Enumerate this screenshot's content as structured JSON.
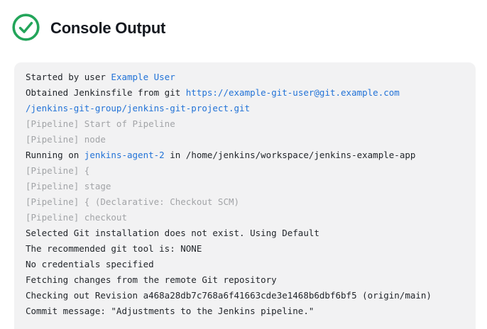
{
  "header": {
    "title": "Console Output",
    "status_icon": "success-check-icon"
  },
  "colors": {
    "success_green": "#23a55a",
    "link_blue": "#2373d7",
    "muted_gray": "#a2a4a7",
    "text_dark": "#22262b",
    "console_background": "#f2f2f3",
    "page_background": "#ffffff"
  },
  "console": {
    "lines": [
      [
        {
          "t": "Started by user ",
          "s": "plain"
        },
        {
          "t": "Example User",
          "s": "link"
        }
      ],
      [
        {
          "t": "Obtained Jenkinsfile from git ",
          "s": "plain"
        },
        {
          "t": "https://example-git-user@git.example.com",
          "s": "link"
        }
      ],
      [
        {
          "t": "/jenkins-git-group/jenkins-git-project.git",
          "s": "link"
        }
      ],
      [
        {
          "t": "[Pipeline] Start of Pipeline",
          "s": "muted"
        }
      ],
      [
        {
          "t": "[Pipeline] node",
          "s": "muted"
        }
      ],
      [
        {
          "t": "Running on ",
          "s": "plain"
        },
        {
          "t": "jenkins-agent-2",
          "s": "link"
        },
        {
          "t": " in /home/jenkins/workspace/jenkins-example-app",
          "s": "plain"
        }
      ],
      [
        {
          "t": "[Pipeline] {",
          "s": "muted"
        }
      ],
      [
        {
          "t": "[Pipeline] stage",
          "s": "muted"
        }
      ],
      [
        {
          "t": "[Pipeline] { (Declarative: Checkout SCM)",
          "s": "muted"
        }
      ],
      [
        {
          "t": "[Pipeline] checkout",
          "s": "muted"
        }
      ],
      [
        {
          "t": "Selected Git installation does not exist. Using Default",
          "s": "plain"
        }
      ],
      [
        {
          "t": "The recommended git tool is: NONE",
          "s": "plain"
        }
      ],
      [
        {
          "t": "No credentials specified",
          "s": "plain"
        }
      ],
      [
        {
          "t": "Fetching changes from the remote Git repository",
          "s": "plain"
        }
      ],
      [
        {
          "t": "Checking out Revision a468a28db7c768a6f41663cde3e1468b6dbf6bf5 (origin/main)",
          "s": "plain"
        }
      ],
      [
        {
          "t": "Commit message: \"Adjustments to the Jenkins pipeline.\"",
          "s": "plain"
        }
      ]
    ]
  }
}
